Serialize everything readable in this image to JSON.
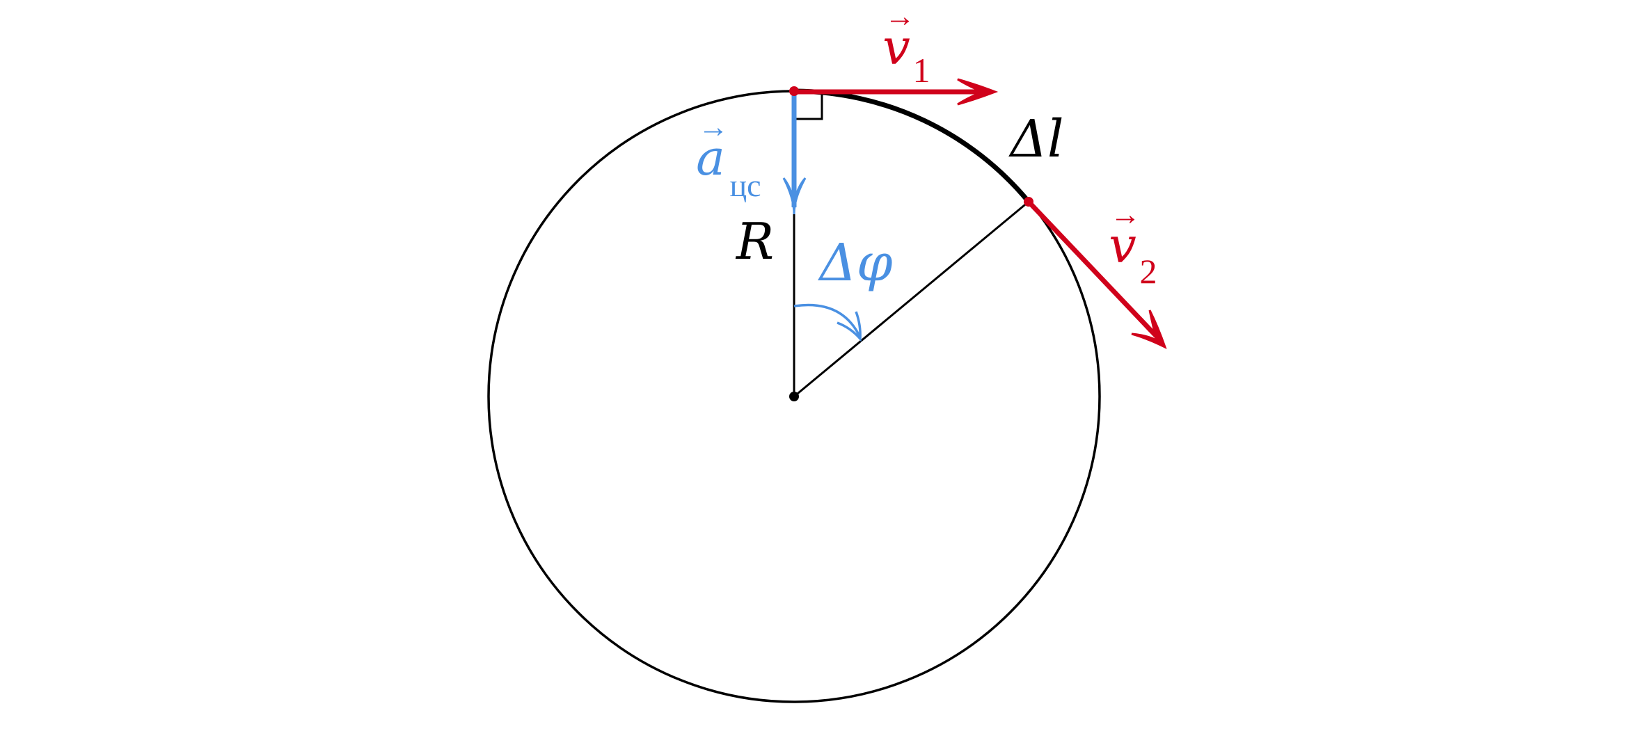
{
  "colors": {
    "velocity": "#d0021b",
    "acceleration": "#4a90e2",
    "geometry": "#000000",
    "background": "#ffffff"
  },
  "labels": {
    "v1": {
      "arrow": "→",
      "letter": "v",
      "subscript": "1"
    },
    "v2": {
      "arrow": "→",
      "letter": "v",
      "subscript": "2"
    },
    "a": {
      "arrow": "→",
      "letter": "a",
      "subscript": "цс"
    },
    "radius": "R",
    "arc_length": "Δl",
    "angle": "Δφ"
  }
}
